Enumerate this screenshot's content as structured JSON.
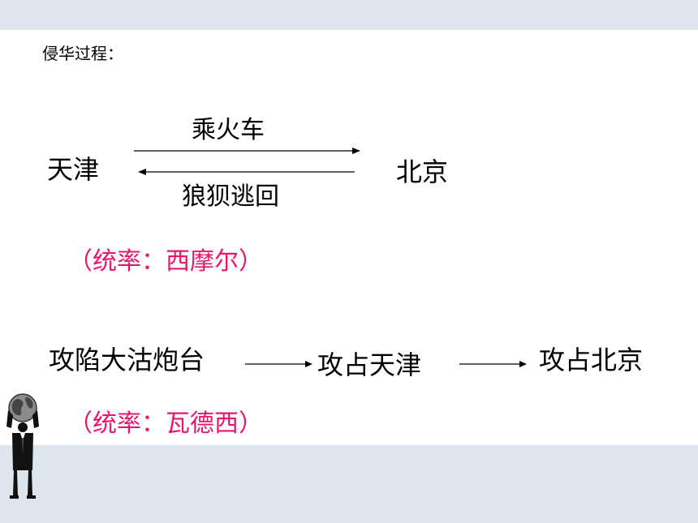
{
  "heading": "侵华过程：",
  "route1": {
    "start": "天津",
    "end": "北京",
    "forward_label": "乘火车",
    "back_label": "狼狈逃回",
    "commander": "（统率：西摩尔）"
  },
  "route2": {
    "steps": [
      "攻陷大沽炮台",
      "攻占天津",
      "攻占北京"
    ],
    "commander": "（统率：瓦德西）"
  },
  "colors": {
    "band": "#dde6ec",
    "commander_text": "#e8166e"
  },
  "icons": [
    "globe-holding-person-icon"
  ]
}
